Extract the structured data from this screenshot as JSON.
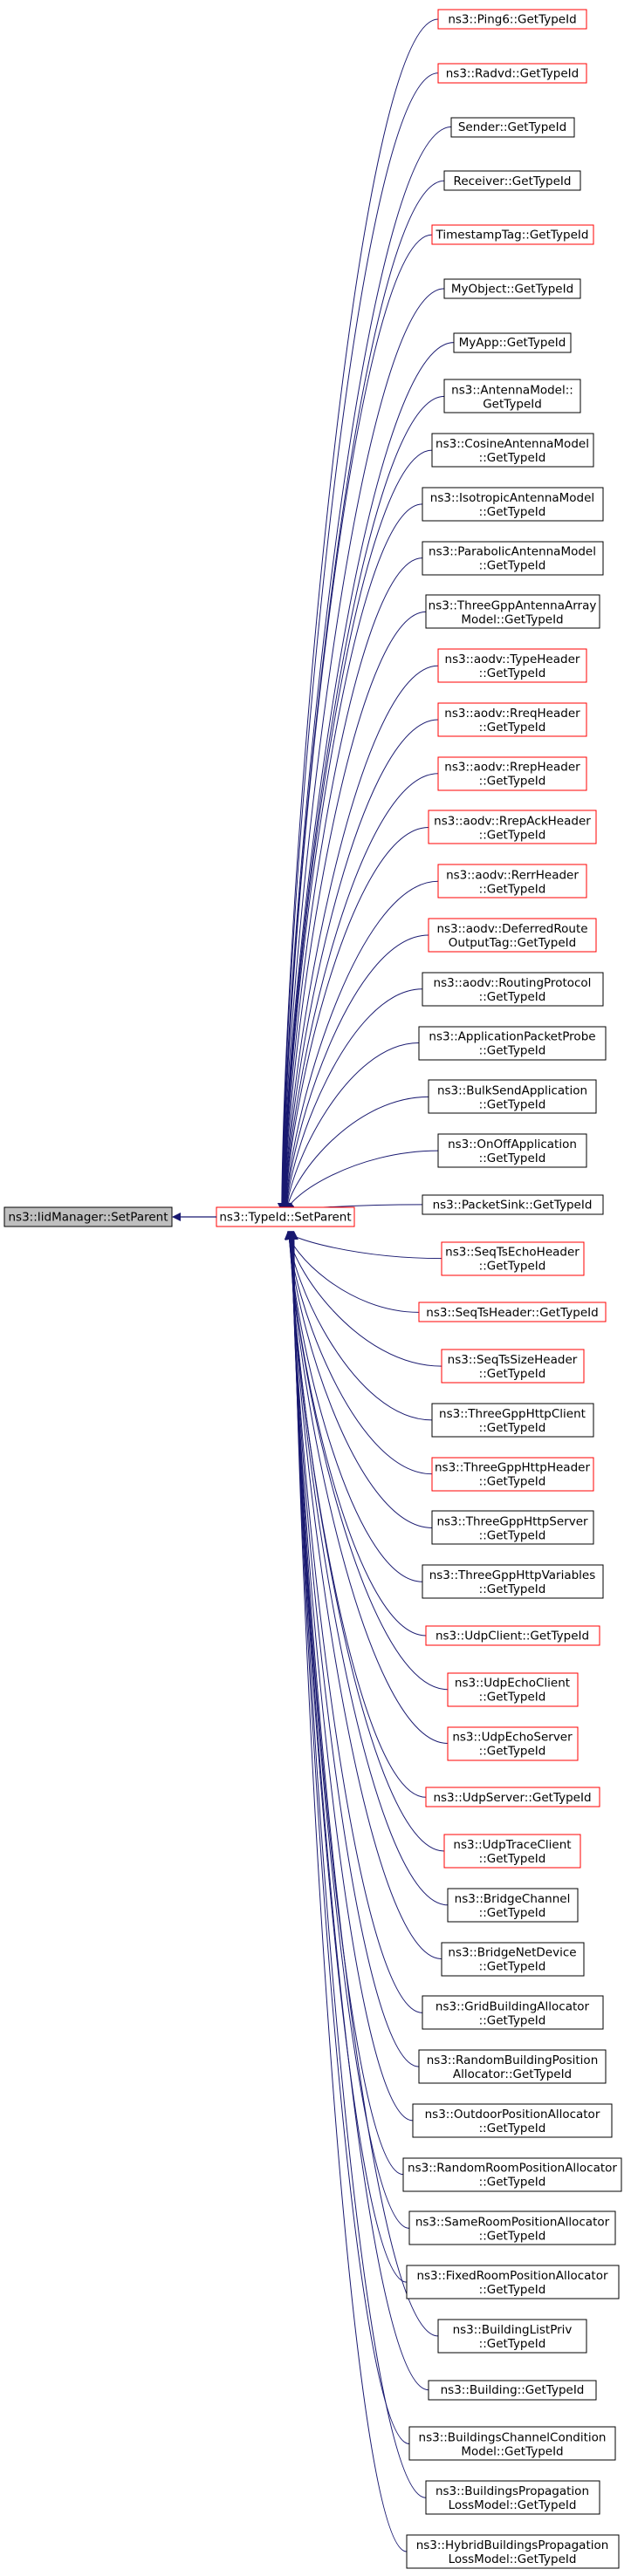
{
  "root": {
    "label": "ns3::IidManager::SetParent"
  },
  "hub": {
    "label": "ns3::TypeId::SetParent"
  },
  "callers": [
    {
      "lines": [
        "ns3::Ping6::GetTypeId"
      ],
      "red": true
    },
    {
      "lines": [
        "ns3::Radvd::GetTypeId"
      ],
      "red": true
    },
    {
      "lines": [
        "Sender::GetTypeId"
      ],
      "red": false
    },
    {
      "lines": [
        "Receiver::GetTypeId"
      ],
      "red": false
    },
    {
      "lines": [
        "TimestampTag::GetTypeId"
      ],
      "red": true
    },
    {
      "lines": [
        "MyObject::GetTypeId"
      ],
      "red": false
    },
    {
      "lines": [
        "MyApp::GetTypeId"
      ],
      "red": false
    },
    {
      "lines": [
        "ns3::AntennaModel::",
        "GetTypeId"
      ],
      "red": false
    },
    {
      "lines": [
        "ns3::CosineAntennaModel",
        "::GetTypeId"
      ],
      "red": false
    },
    {
      "lines": [
        "ns3::IsotropicAntennaModel",
        "::GetTypeId"
      ],
      "red": false
    },
    {
      "lines": [
        "ns3::ParabolicAntennaModel",
        "::GetTypeId"
      ],
      "red": false
    },
    {
      "lines": [
        "ns3::ThreeGppAntennaArray",
        "Model::GetTypeId"
      ],
      "red": false
    },
    {
      "lines": [
        "ns3::aodv::TypeHeader",
        "::GetTypeId"
      ],
      "red": true
    },
    {
      "lines": [
        "ns3::aodv::RreqHeader",
        "::GetTypeId"
      ],
      "red": true
    },
    {
      "lines": [
        "ns3::aodv::RrepHeader",
        "::GetTypeId"
      ],
      "red": true
    },
    {
      "lines": [
        "ns3::aodv::RrepAckHeader",
        "::GetTypeId"
      ],
      "red": true
    },
    {
      "lines": [
        "ns3::aodv::RerrHeader",
        "::GetTypeId"
      ],
      "red": true
    },
    {
      "lines": [
        "ns3::aodv::DeferredRoute",
        "OutputTag::GetTypeId"
      ],
      "red": true
    },
    {
      "lines": [
        "ns3::aodv::RoutingProtocol",
        "::GetTypeId"
      ],
      "red": false
    },
    {
      "lines": [
        "ns3::ApplicationPacketProbe",
        "::GetTypeId"
      ],
      "red": false
    },
    {
      "lines": [
        "ns3::BulkSendApplication",
        "::GetTypeId"
      ],
      "red": false
    },
    {
      "lines": [
        "ns3::OnOffApplication",
        "::GetTypeId"
      ],
      "red": false
    },
    {
      "lines": [
        "ns3::PacketSink::GetTypeId"
      ],
      "red": false
    },
    {
      "lines": [
        "ns3::SeqTsEchoHeader",
        "::GetTypeId"
      ],
      "red": true
    },
    {
      "lines": [
        "ns3::SeqTsHeader::GetTypeId"
      ],
      "red": true
    },
    {
      "lines": [
        "ns3::SeqTsSizeHeader",
        "::GetTypeId"
      ],
      "red": true
    },
    {
      "lines": [
        "ns3::ThreeGppHttpClient",
        "::GetTypeId"
      ],
      "red": false
    },
    {
      "lines": [
        "ns3::ThreeGppHttpHeader",
        "::GetTypeId"
      ],
      "red": true
    },
    {
      "lines": [
        "ns3::ThreeGppHttpServer",
        "::GetTypeId"
      ],
      "red": false
    },
    {
      "lines": [
        "ns3::ThreeGppHttpVariables",
        "::GetTypeId"
      ],
      "red": false
    },
    {
      "lines": [
        "ns3::UdpClient::GetTypeId"
      ],
      "red": true
    },
    {
      "lines": [
        "ns3::UdpEchoClient",
        "::GetTypeId"
      ],
      "red": true
    },
    {
      "lines": [
        "ns3::UdpEchoServer",
        "::GetTypeId"
      ],
      "red": true
    },
    {
      "lines": [
        "ns3::UdpServer::GetTypeId"
      ],
      "red": true
    },
    {
      "lines": [
        "ns3::UdpTraceClient",
        "::GetTypeId"
      ],
      "red": true
    },
    {
      "lines": [
        "ns3::BridgeChannel",
        "::GetTypeId"
      ],
      "red": false
    },
    {
      "lines": [
        "ns3::BridgeNetDevice",
        "::GetTypeId"
      ],
      "red": false
    },
    {
      "lines": [
        "ns3::GridBuildingAllocator",
        "::GetTypeId"
      ],
      "red": false
    },
    {
      "lines": [
        "ns3::RandomBuildingPosition",
        "Allocator::GetTypeId"
      ],
      "red": false
    },
    {
      "lines": [
        "ns3::OutdoorPositionAllocator",
        "::GetTypeId"
      ],
      "red": false
    },
    {
      "lines": [
        "ns3::RandomRoomPositionAllocator",
        "::GetTypeId"
      ],
      "red": false
    },
    {
      "lines": [
        "ns3::SameRoomPositionAllocator",
        "::GetTypeId"
      ],
      "red": false
    },
    {
      "lines": [
        "ns3::FixedRoomPositionAllocator",
        "::GetTypeId"
      ],
      "red": false
    },
    {
      "lines": [
        "ns3::BuildingListPriv",
        "::GetTypeId"
      ],
      "red": false
    },
    {
      "lines": [
        "ns3::Building::GetTypeId"
      ],
      "red": false
    },
    {
      "lines": [
        "ns3::BuildingsChannelCondition",
        "Model::GetTypeId"
      ],
      "red": false
    },
    {
      "lines": [
        "ns3::BuildingsPropagation",
        "LossModel::GetTypeId"
      ],
      "red": false
    },
    {
      "lines": [
        "ns3::HybridBuildingsPropagation",
        "LossModel::GetTypeId"
      ],
      "red": false
    }
  ],
  "colors": {
    "edge": "#191970",
    "red_border": "#ff0000",
    "black_border": "#000000",
    "root_fill": "#bfbfbf",
    "node_fill": "#ffffff"
  }
}
